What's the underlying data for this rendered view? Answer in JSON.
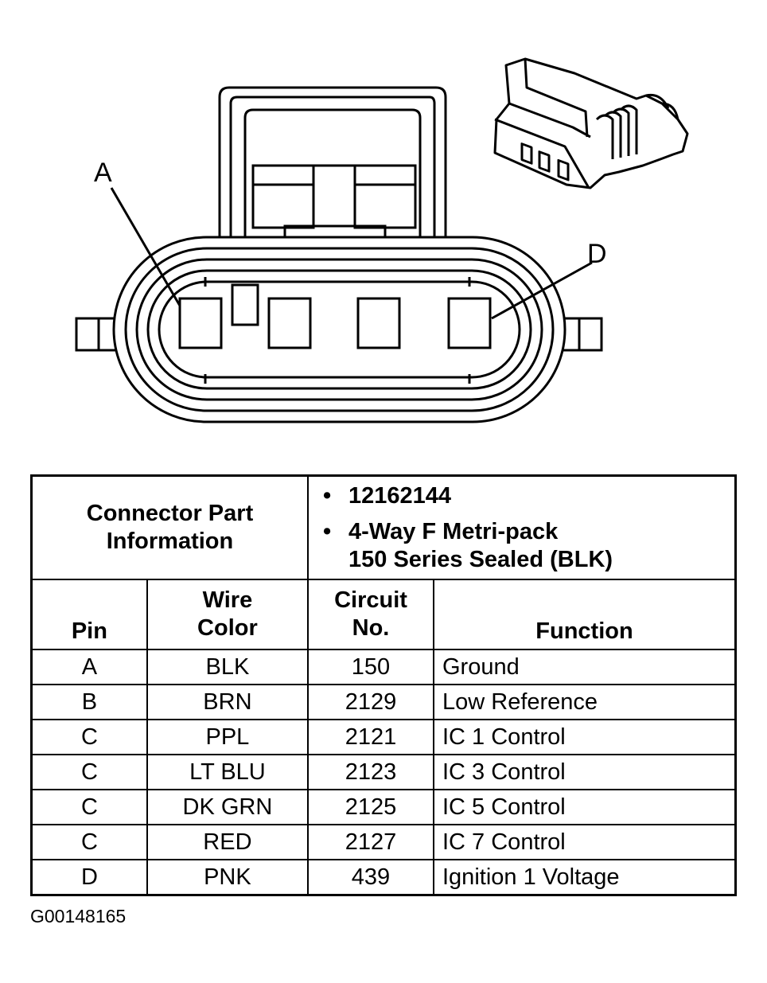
{
  "diagram": {
    "pin_labels": {
      "a": "A",
      "d": "D"
    },
    "diagram_id": "G00148165"
  },
  "table": {
    "header_title": "Connector Part Information",
    "part_number": "12162144",
    "description_line1": "4-Way F Metri-pack",
    "description_line2": "150 Series Sealed (BLK)",
    "columns": {
      "pin": "Pin",
      "wire_color": "Wire Color",
      "circuit_no": "Circuit No.",
      "function": "Function"
    },
    "rows": [
      {
        "pin": "A",
        "wire": "BLK",
        "circuit": "150",
        "function": "Ground"
      },
      {
        "pin": "B",
        "wire": "BRN",
        "circuit": "2129",
        "function": "Low Reference"
      },
      {
        "pin": "C",
        "wire": "PPL",
        "circuit": "2121",
        "function": "IC 1 Control"
      },
      {
        "pin": "C",
        "wire": "LT BLU",
        "circuit": "2123",
        "function": "IC 3 Control"
      },
      {
        "pin": "C",
        "wire": "DK GRN",
        "circuit": "2125",
        "function": "IC 5 Control"
      },
      {
        "pin": "C",
        "wire": "RED",
        "circuit": "2127",
        "function": "IC 7 Control"
      },
      {
        "pin": "D",
        "wire": "PNK",
        "circuit": "439",
        "function": "Ignition 1 Voltage"
      }
    ]
  }
}
